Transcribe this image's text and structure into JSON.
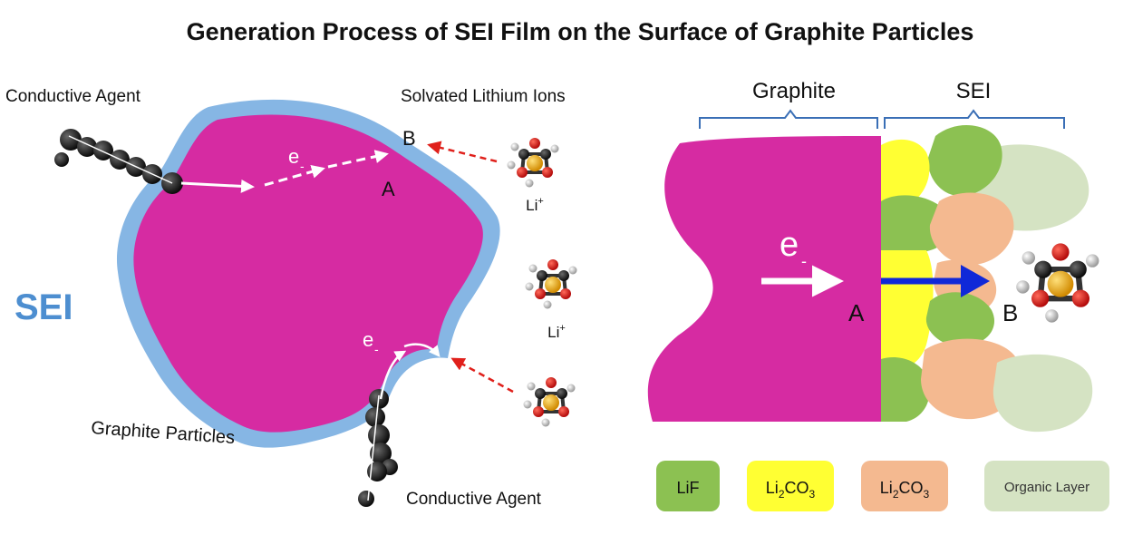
{
  "title": "Generation Process of SEI Film on the Surface of Graphite Particles",
  "left_panel": {
    "conductive_agent_top": "Conductive Agent",
    "conductive_agent_bottom": "Conductive Agent",
    "solvated_ions": "Solvated Lithium Ions",
    "sei": "SEI",
    "graphite_particles": "Graphite Particles",
    "electron": "e",
    "electron_sign": "-",
    "point_a": "A",
    "point_b": "B",
    "li_ion": "Li",
    "li_charge": "+"
  },
  "right_panel": {
    "graphite": "Graphite",
    "sei": "SEI",
    "electron": "e",
    "electron_sign": "-",
    "point_a": "A",
    "point_b": "B"
  },
  "legend": [
    {
      "label": "LiF",
      "color": "#8cc152"
    },
    {
      "label": "Li",
      "sub": "2",
      "rest": "CO",
      "sub2": "3",
      "color": "#ffff33"
    },
    {
      "label": "Li",
      "sub": "2",
      "rest": "CO",
      "sub2": "3",
      "color": "#f4b990"
    },
    {
      "label": "Organic Layer",
      "color": "#d5e3c3"
    }
  ],
  "colors": {
    "graphite": "#d62ba2",
    "sei_shell": "#86b6e4",
    "sei_text": "#4d8ed0",
    "arrow_red": "#e0201b",
    "arrow_blue": "#1028d8",
    "bracket": "#3a6fb6"
  }
}
